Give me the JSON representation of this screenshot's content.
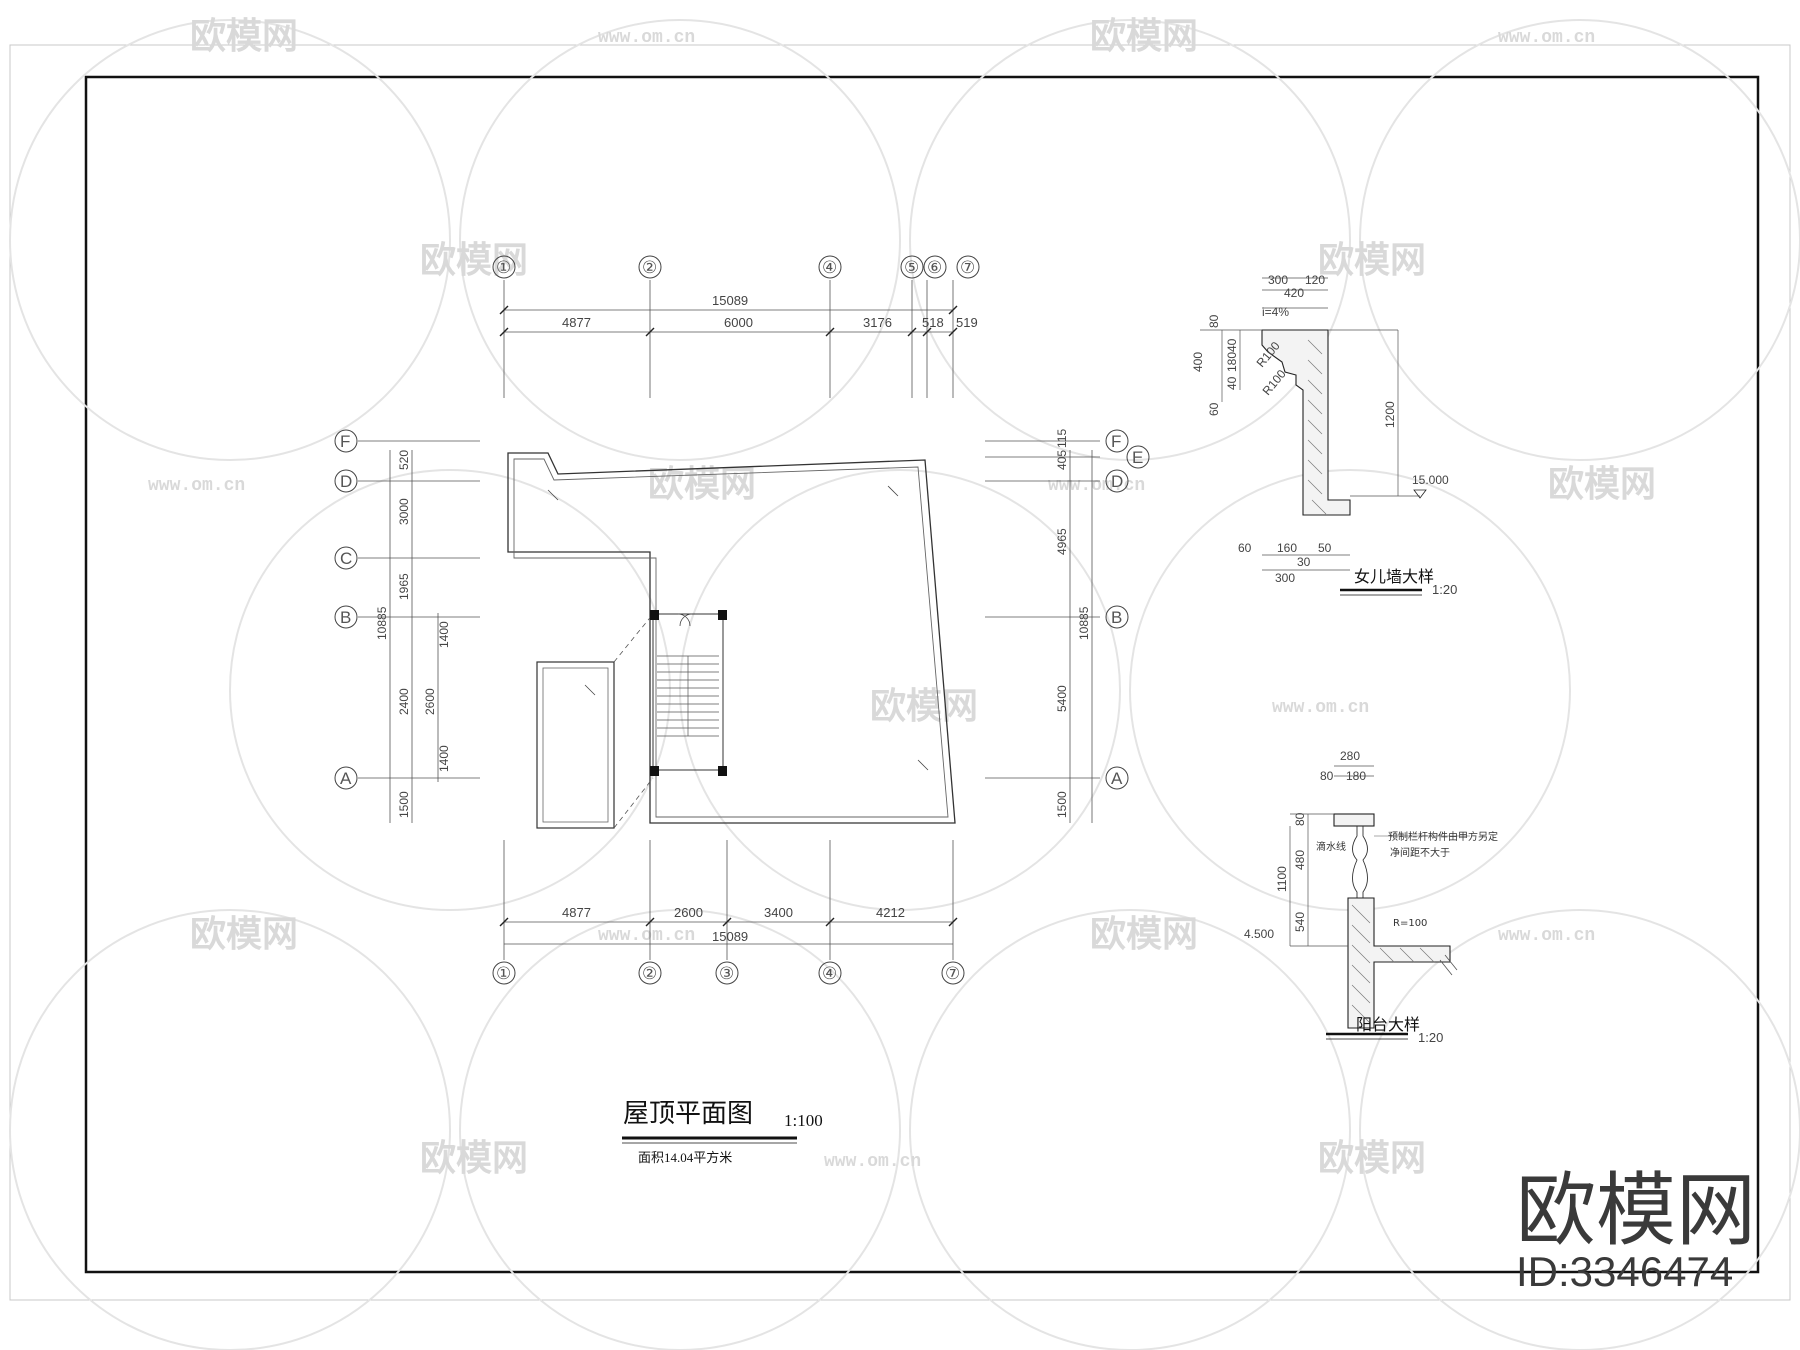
{
  "roof_plan": {
    "title": "屋顶平面图",
    "scale": "1:100",
    "area_note": "面积14.04平方米",
    "top_axes": [
      "①",
      "②",
      "④",
      "⑤",
      "⑥",
      "⑦"
    ],
    "bottom_axes": [
      "①",
      "②",
      "③",
      "④",
      "⑦"
    ],
    "left_axes": [
      "F",
      "D",
      "C",
      "B",
      "A"
    ],
    "right_axes": [
      "F",
      "E",
      "D",
      "B",
      "A"
    ],
    "top_total": "15089",
    "top_dims": [
      "4877",
      "6000",
      "3176",
      "518",
      "519"
    ],
    "bottom_dims": [
      "4877",
      "2600",
      "3400",
      "4212"
    ],
    "bottom_total": "15089",
    "left_dims": [
      "520",
      "3000",
      "1965",
      "10885",
      "2400",
      "1400",
      "2600",
      "1400",
      "1500"
    ],
    "right_dims": [
      "405",
      "115",
      "4965",
      "10885",
      "5400",
      "1500"
    ]
  },
  "parapet_detail": {
    "title": "女儿墙大样",
    "scale": "1:20",
    "slope": "i=4%",
    "elevation": "15.000",
    "dims_top": [
      "300",
      "120",
      "420"
    ],
    "dims_left": [
      "80",
      "40",
      "180",
      "40",
      "60",
      "400"
    ],
    "dims_right": [
      "1200"
    ],
    "dims_bottom": [
      "60",
      "160",
      "50",
      "30",
      "300"
    ],
    "radius_labels": [
      "R100",
      "R100"
    ]
  },
  "balcony_detail": {
    "title": "阳台大样",
    "scale": "1:20",
    "elevation": "4.500",
    "dims_top": [
      "280",
      "80",
      "180"
    ],
    "dims_left": [
      "80",
      "480",
      "1100",
      "540"
    ],
    "notes": [
      "预制栏杆构件由甲方另定",
      "净间距不大于",
      "滴水线",
      "R=100"
    ]
  },
  "watermark": {
    "brand": "欧模网",
    "url": "www.om.cn",
    "id": "ID:3346474"
  }
}
